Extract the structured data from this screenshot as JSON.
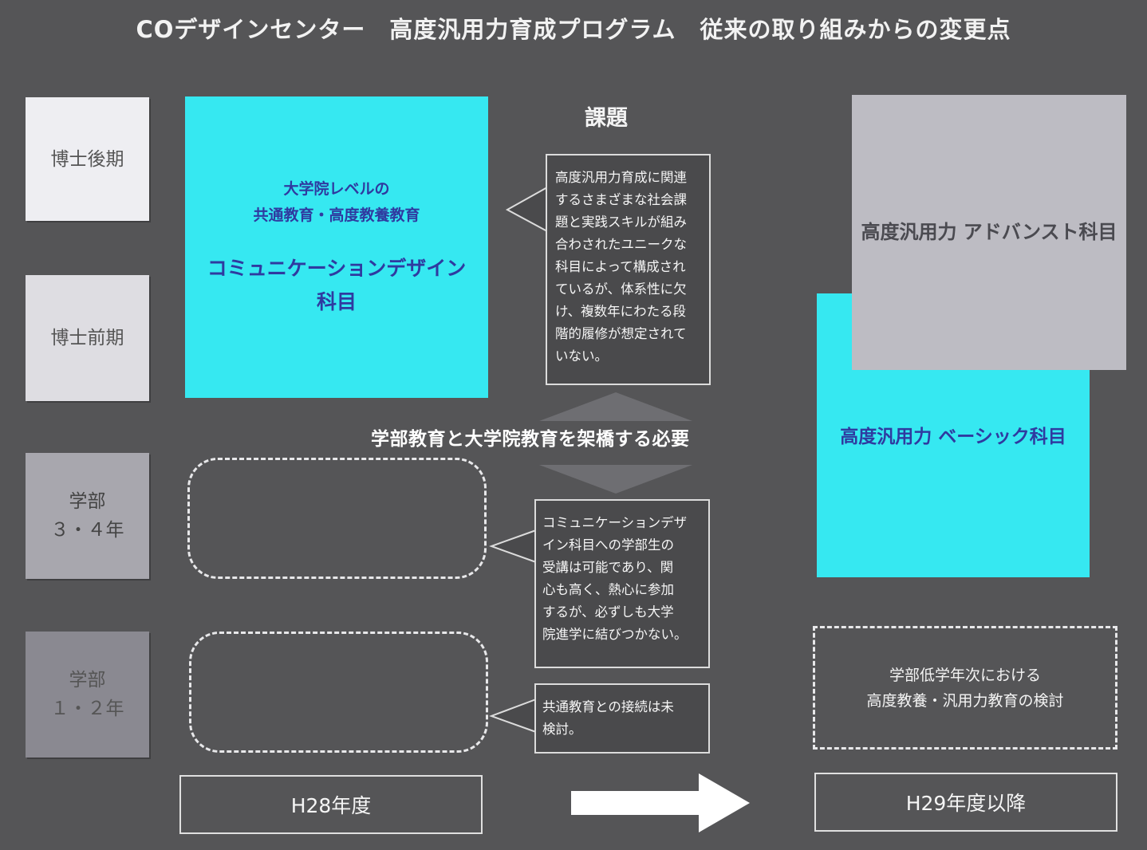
{
  "title": "COデザインセンター　高度汎用力育成プログラム　従来の取り組みからの変更点",
  "levels": [
    {
      "line1": "博士後期",
      "line2": ""
    },
    {
      "line1": "博士前期",
      "line2": ""
    },
    {
      "line1": "学部",
      "line2": "３・４年"
    },
    {
      "line1": "学部",
      "line2": "１・２年"
    }
  ],
  "current": {
    "sub_line1": "大学院レベルの",
    "sub_line2": "共通教育・高度教養教育",
    "main_line1": "コミュニケーションデザイン",
    "main_line2": "科目"
  },
  "issues": {
    "heading": "課題",
    "graduate_issue": [
      "高度汎用力育成に関連",
      "するさまざまな社会課",
      "題と実践スキルが組み",
      "合わされたユニークな",
      "科目によって構成され",
      "ているが、体系性に欠",
      "け、複数年にわたる段",
      "階的履修が想定されて",
      "いない。"
    ],
    "upper_undergrad_issue": [
      "コミュニケーションデザ",
      "イン科目への学部生の",
      "受講は可能であり、関",
      "心も高く、熱心に参加",
      "するが、必ずしも大学",
      "院進学に結びつかない。"
    ],
    "lower_undergrad_issue": [
      "共通教育との接続は未",
      "検討。"
    ]
  },
  "bridge": "学部教育と大学院教育を架橋する必要",
  "future": {
    "advanced": "高度汎用力 アドバンスト科目",
    "basic": "高度汎用力 ベーシック科目",
    "lower_line1": "学部低学年次における",
    "lower_line2": "高度教養・汎用力教育の検討"
  },
  "years": {
    "before": "H28年度",
    "after": "H29年度以降"
  },
  "colors": {
    "background": "#555557",
    "cyan": "#36e8f1",
    "cyan_text": "#2f3aa0",
    "gray_box": "#bdbcc3"
  }
}
